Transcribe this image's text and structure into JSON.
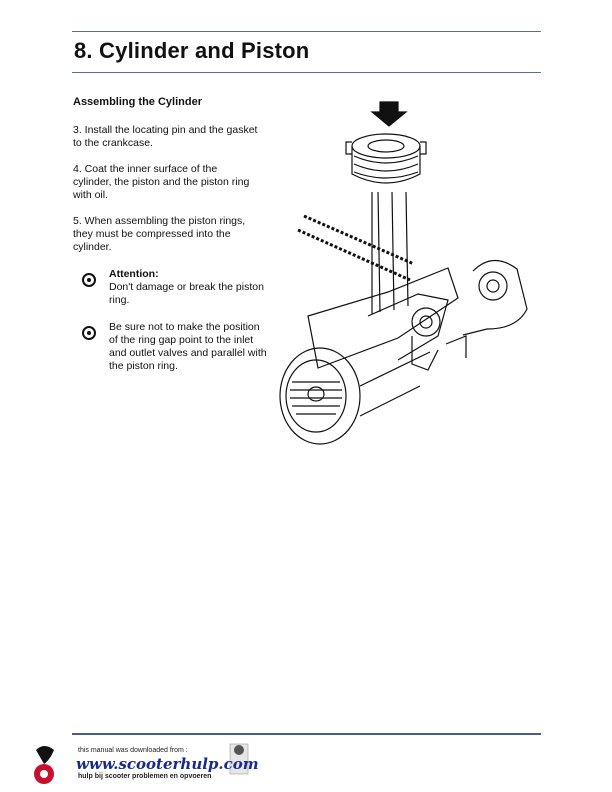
{
  "page": {
    "title": "8. Cylinder and Piston",
    "subheading": "Assembling the Cylinder"
  },
  "steps": [
    {
      "text": "3.   Install the locating pin and the gasket to the crankcase."
    },
    {
      "text": "4.   Coat the inner surface of the cylinder, the piston and the piston ring with oil."
    },
    {
      "text": "5.   When assembling the piston rings, they must be compressed into the cylinder."
    }
  ],
  "notes": [
    {
      "heading": "Attention:",
      "text": "Don't damage or break the piston ring."
    },
    {
      "heading": "",
      "text": "Be sure not to make the position of the ring gap point to the inlet and outlet valves and parallel with the piston ring."
    }
  ],
  "footer": {
    "downloaded_from": "this manual was downloaded from :",
    "url": "www.scooterhulp.com",
    "tagline": "hulp bij scooter problemen en opvoeren"
  },
  "colors": {
    "rule": "#5a6aa0",
    "footer_url": "#1a2a8a"
  }
}
